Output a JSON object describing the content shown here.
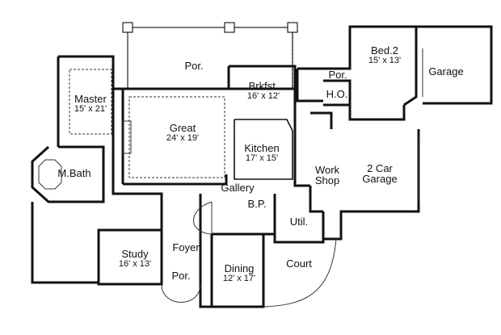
{
  "rooms": {
    "porch_top": {
      "name": "Por."
    },
    "breakfast": {
      "name": "Brkfst.",
      "dims": "16' x 12'"
    },
    "porch_small": {
      "name": "Por."
    },
    "bed2": {
      "name": "Bed.2",
      "dims": "15' x 13'"
    },
    "garage": {
      "name": "Garage"
    },
    "master": {
      "name": "Master",
      "dims": "15' x 21'"
    },
    "ho": {
      "name": "H.O."
    },
    "great": {
      "name": "Great",
      "dims": "24' x 19'"
    },
    "kitchen": {
      "name": "Kitchen",
      "dims": "17' x 15'"
    },
    "workshop": {
      "name": "Work\nShop"
    },
    "two_car_garage": {
      "name": "2 Car\nGarage"
    },
    "mbath": {
      "name": "M.Bath"
    },
    "gallery": {
      "name": "Gallery"
    },
    "bp": {
      "name": "B.P."
    },
    "util": {
      "name": "Util."
    },
    "study": {
      "name": "Study",
      "dims": "16' x 13'"
    },
    "foyer": {
      "name": "Foyer"
    },
    "porch_front": {
      "name": "Por."
    },
    "dining": {
      "name": "Dining",
      "dims": "12' x 17'"
    },
    "court": {
      "name": "Court"
    }
  },
  "colors": {
    "wall": "#111111",
    "line": "#333333",
    "background": "#ffffff"
  }
}
